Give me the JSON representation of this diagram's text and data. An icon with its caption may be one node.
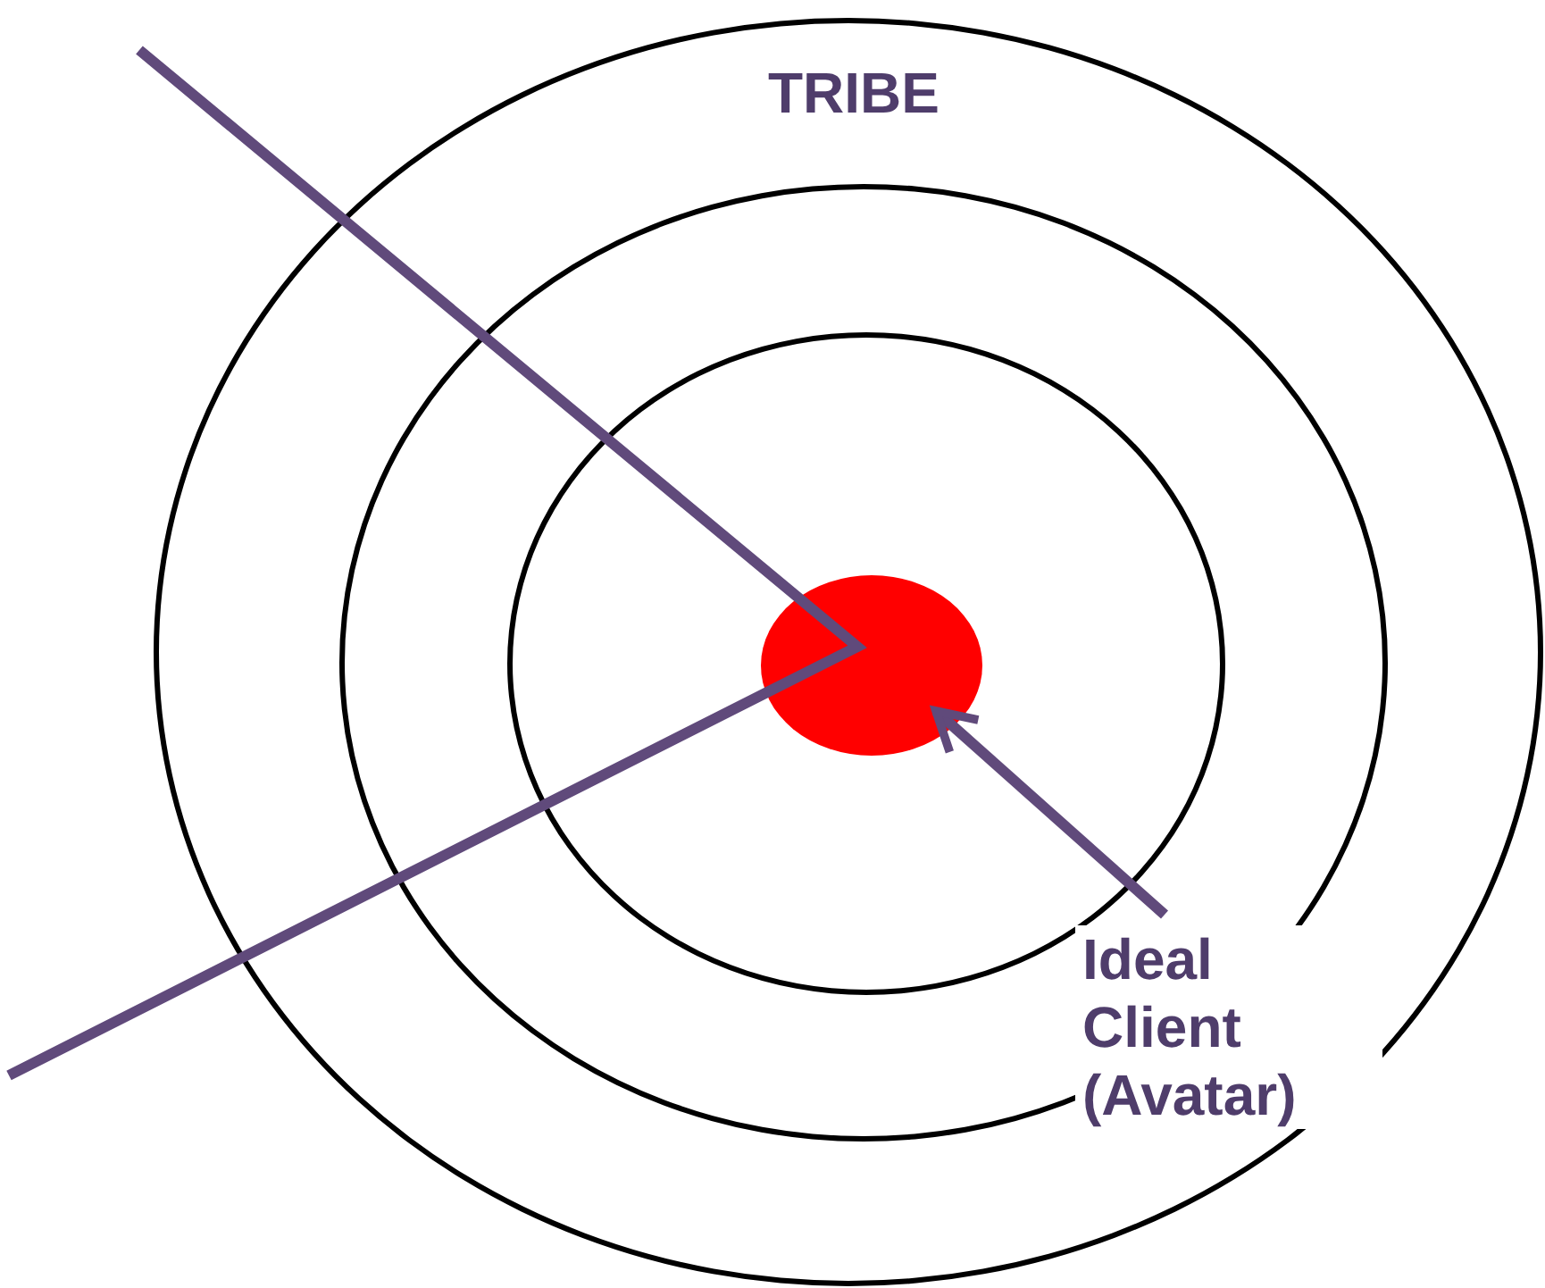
{
  "diagram": {
    "nodes": [
      {
        "text": [
          "TRIBE"
        ]
      },
      {
        "text": [],
        "shape": "circle",
        "in": 0
      },
      {
        "text": [],
        "shape": "circle",
        "in": 1
      },
      {
        "text": [],
        "shape": "circle",
        "in": 2
      },
      {
        "text": [
          "Ideal Client (Avatar)"
        ],
        "in": 1
      }
    ],
    "edges": [
      {
        "from": 4,
        "to": 3,
        "arrow": "to"
      }
    ]
  }
}
